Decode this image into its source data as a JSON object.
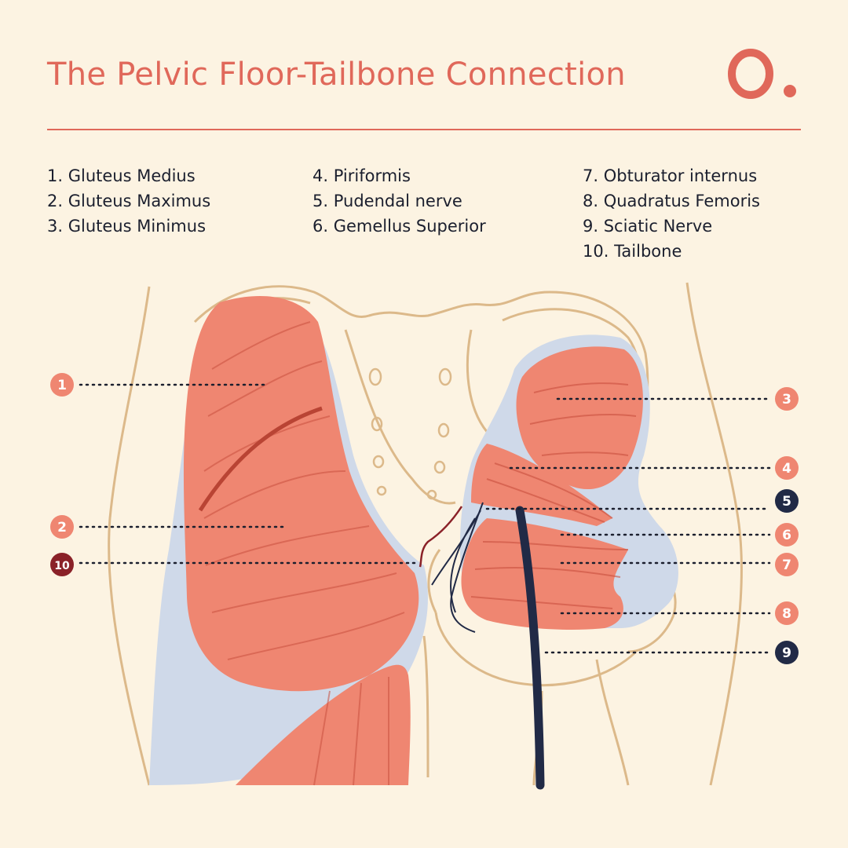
{
  "title": "The Pelvic Floor-Tailbone Connection",
  "logo": {
    "icon": "o-dot-logo",
    "color": "#e0685a"
  },
  "legend": {
    "col1": [
      "1. Gluteus Medius",
      "2. Gluteus Maximus",
      "3. Gluteus Minimus"
    ],
    "col2": [
      "4. Piriformis",
      "5. Pudendal nerve",
      "6. Gemellus Superior"
    ],
    "col3": [
      "7. Obturator internus",
      "8. Quadratus Femoris",
      "9. Sciatic Nerve",
      "10. Tailbone"
    ]
  },
  "markers": {
    "m1": "1",
    "m2": "2",
    "m3": "3",
    "m4": "4",
    "m5": "5",
    "m6": "6",
    "m7": "7",
    "m8": "8",
    "m9": "9",
    "m10": "10"
  },
  "colors": {
    "background": "#fcf3e2",
    "accent": "#e0685a",
    "muscle": "#ef8671",
    "muscle_dark": "#c9503f",
    "fascia": "#cfd9e9",
    "bone_outline": "#dcb98a",
    "nerve": "#212a46",
    "tailbone_marker": "#8a2128"
  }
}
